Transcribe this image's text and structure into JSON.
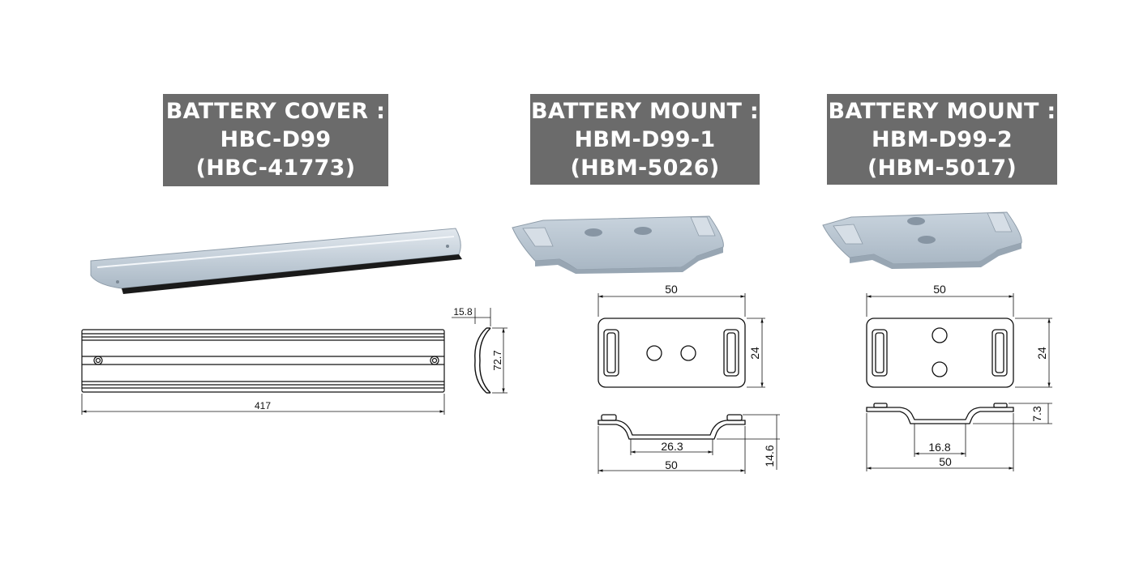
{
  "labels": {
    "cover": {
      "line1": "BATTERY COVER :",
      "line2": "HBC-D99",
      "line3": "(HBC-41773)"
    },
    "mount1": {
      "line1": "BATTERY MOUNT :",
      "line2": "HBM-D99-1",
      "line3": "(HBM-5026)"
    },
    "mount2": {
      "line1": "BATTERY MOUNT :",
      "line2": "HBM-D99-2",
      "line3": "(HBM-5017)"
    }
  },
  "dimensions": {
    "cover": {
      "length": "417",
      "depth": "15.8",
      "width": "72.7"
    },
    "mount1": {
      "top_width": "50",
      "top_height": "24",
      "side_inner": "26.3",
      "side_width": "50",
      "side_height": "14.6"
    },
    "mount2": {
      "top_width": "50",
      "top_height": "24",
      "side_inner": "16.8",
      "side_width": "50",
      "side_height": "7.3"
    }
  },
  "colors": {
    "label_background": "#6b6b6b",
    "label_text": "#ffffff",
    "part_body": "#b9c6d2",
    "part_highlight": "#dfe6ec",
    "line": "#111111"
  }
}
